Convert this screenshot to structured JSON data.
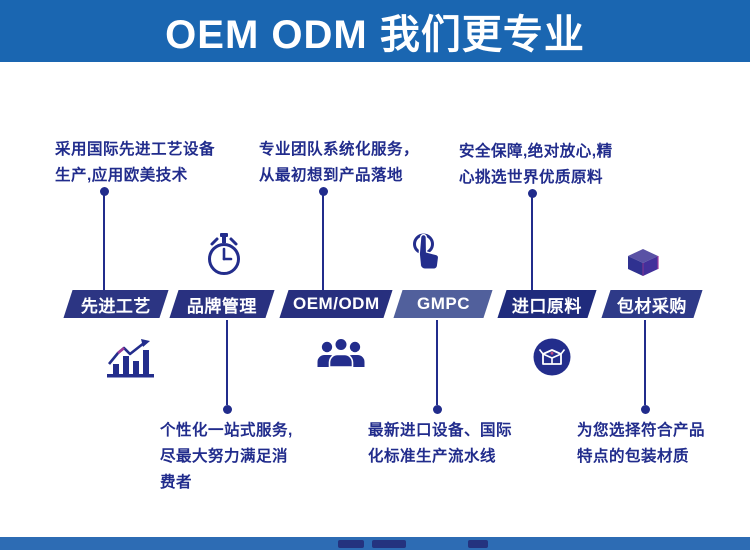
{
  "header": {
    "title": "OEM ODM 我们更专业",
    "bg": "#1a66b1"
  },
  "colors": {
    "text_navy": "#212c8c",
    "icon_navy": "#232d8c",
    "icon_purple_accent": "#9b3a97",
    "header_bg": "#1a66b1",
    "bottom_strip_bg": "#2d6cb4"
  },
  "top_notes": [
    {
      "text": "采用国际先进工艺设备\n生产,应用欧美技术"
    },
    {
      "text": "专业团队系统化服务，\n从最初想到产品落地"
    },
    {
      "text": "安全保障,绝对放心,精\n心挑选世界优质原料"
    }
  ],
  "banners": [
    {
      "label": "先进工艺",
      "color": "#2c3583"
    },
    {
      "label": "品牌管理",
      "color": "#293180"
    },
    {
      "label": "OEM/ODM",
      "color": "#272f7e"
    },
    {
      "label": "GMPC",
      "color": "#51609c"
    },
    {
      "label": "进口原料",
      "color": "#1f2b7c"
    },
    {
      "label": "包材采购",
      "color": "#2e3a88"
    }
  ],
  "bottom_notes": [
    {
      "text": "个性化一站式服务,\n尽最大努力满足消\n费者"
    },
    {
      "text": "最新进口设备、国际\n化标准生产流水线"
    },
    {
      "text": "为您选择符合产品\n特点的包装材质"
    }
  ],
  "icons": {
    "above_brand": "stopwatch-icon",
    "above_gmpc": "hand-click-icon",
    "above_packaging": "cube-icon",
    "below_craft": "bar-chart-icon",
    "below_oem": "team-icon",
    "below_material": "package-circle-icon"
  }
}
